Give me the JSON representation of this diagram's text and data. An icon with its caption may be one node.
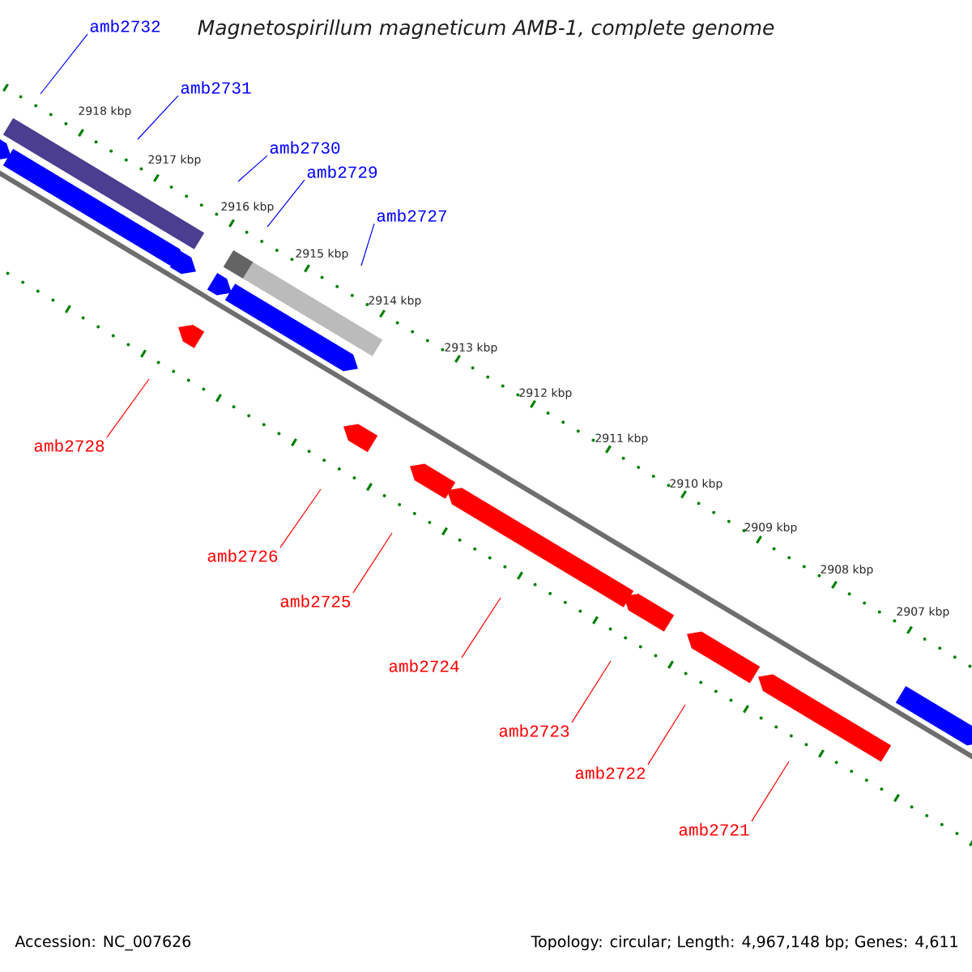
{
  "diagram": {
    "title": "Magnetospirillum magneticum AMB-1, complete genome",
    "nodes": [
      {
        "text": [
          "amb2732"
        ]
      },
      {
        "text": [
          "amb2731"
        ]
      },
      {
        "text": [
          "amb2730"
        ]
      },
      {
        "text": [
          "amb2729"
        ]
      },
      {
        "text": [
          "amb2727"
        ]
      },
      {
        "text": [
          "amb2728"
        ]
      },
      {
        "text": [
          "amb2726"
        ]
      },
      {
        "text": [
          "amb2725"
        ]
      },
      {
        "text": [
          "amb2724"
        ]
      },
      {
        "text": [
          "amb2723"
        ]
      },
      {
        "text": [
          "amb2722"
        ]
      },
      {
        "text": [
          "amb2721"
        ]
      }
    ],
    "edges": [
      {
        "from": 0,
        "to": null,
        "arrow": "none",
        "color": "#0000ff"
      },
      {
        "from": 1,
        "to": null,
        "arrow": "none",
        "color": "#0000ff"
      },
      {
        "from": 2,
        "to": null,
        "arrow": "none",
        "color": "#0000ff"
      },
      {
        "from": 3,
        "to": null,
        "arrow": "none",
        "color": "#0000ff"
      },
      {
        "from": 4,
        "to": null,
        "arrow": "none",
        "color": "#0000ff"
      },
      {
        "from": 5,
        "to": null,
        "arrow": "none",
        "color": "#ff0000"
      },
      {
        "from": 6,
        "to": null,
        "arrow": "none",
        "color": "#ff0000"
      },
      {
        "from": 7,
        "to": null,
        "arrow": "none",
        "color": "#ff0000"
      },
      {
        "from": 8,
        "to": null,
        "arrow": "none",
        "color": "#ff0000"
      },
      {
        "from": 9,
        "to": null,
        "arrow": "none",
        "color": "#ff0000"
      },
      {
        "from": 10,
        "to": null,
        "arrow": "none",
        "color": "#ff0000"
      },
      {
        "from": 11,
        "to": null,
        "arrow": "none",
        "color": "#ff0000"
      }
    ],
    "labels": [
      "2918 kbp",
      "2917 kbp",
      "2916 kbp",
      "2915 kbp",
      "2914 kbp",
      "2913 kbp",
      "2912 kbp",
      "2911 kbp",
      "2910 kbp",
      "2909 kbp",
      "2908 kbp",
      "2907 kbp",
      "Accession: NC_007626",
      "Topology: circular; Length: 4,967,148 bp; Genes: 4,611"
    ]
  }
}
